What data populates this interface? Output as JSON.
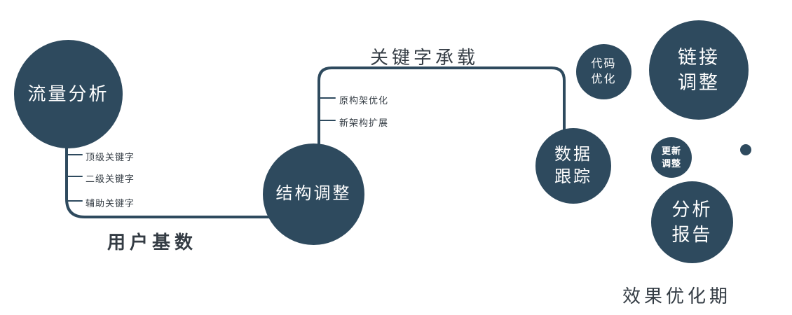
{
  "colors": {
    "accent": "#2e4a5e",
    "text_dark": "#343c44",
    "background": "#ffffff"
  },
  "nodes": {
    "traffic_analysis": {
      "label": "流量分析"
    },
    "structure_adjustment": {
      "label": "结构调整"
    },
    "data_tracking": {
      "line1": "数据",
      "line2": "跟踪"
    },
    "code_optimization": {
      "line1": "代码",
      "line2": "优化"
    },
    "link_adjustment": {
      "line1": "链接",
      "line2": "调整"
    },
    "update_adjustment": {
      "line1": "更新",
      "line2": "调整"
    },
    "analysis_report": {
      "line1": "分析",
      "line2": "报告"
    }
  },
  "edge_labels": {
    "user_base": "用户基数",
    "keyword_bearing": "关键字承载"
  },
  "branch_labels": {
    "left": [
      "顶级关键字",
      "二级关键字",
      "辅助关键字"
    ],
    "middle": [
      "原构架优化",
      "新架构扩展"
    ]
  },
  "caption": "效果优化期"
}
